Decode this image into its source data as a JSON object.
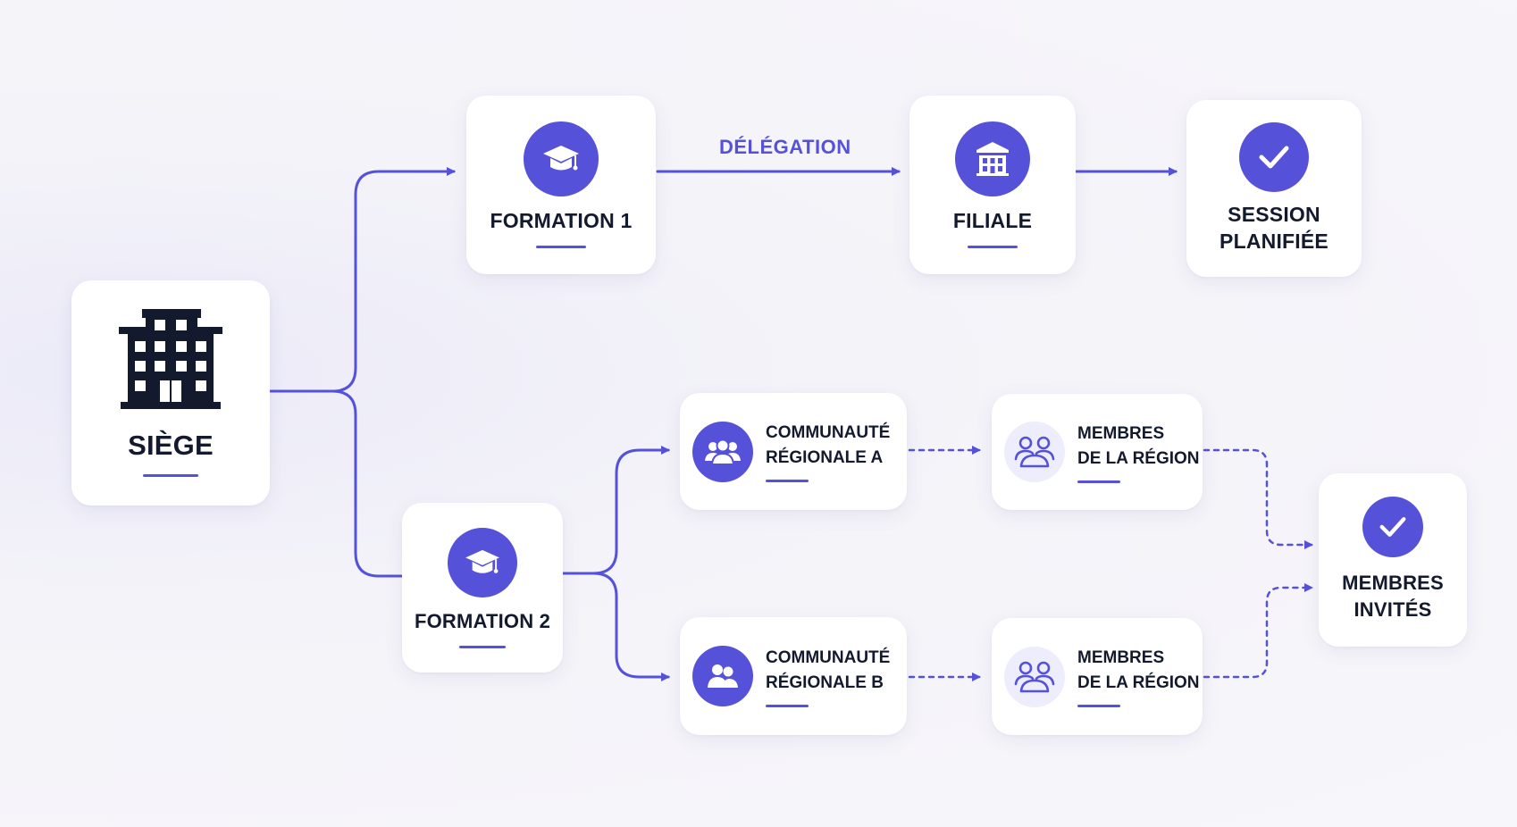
{
  "diagram": {
    "accent_color": "#5552d9",
    "text_color": "#141a2e",
    "nodes": {
      "siege": {
        "label": "SIÈGE",
        "icon": "office-building-icon"
      },
      "formation1": {
        "label": "FORMATION 1",
        "icon": "graduation-cap-icon"
      },
      "filiale": {
        "label": "FILIALE",
        "icon": "bank-building-icon"
      },
      "session": {
        "label_line1": "SESSION",
        "label_line2": "PLANIFIÉE",
        "icon": "check-icon"
      },
      "formation2": {
        "label": "FORMATION 2",
        "icon": "graduation-cap-icon"
      },
      "communaute_a": {
        "label_line1": "COMMUNAUTÉ",
        "label_line2": "RÉGIONALE A",
        "icon": "group-icon"
      },
      "communaute_b": {
        "label_line1": "COMMUNAUTÉ",
        "label_line2": "RÉGIONALE B",
        "icon": "group-icon"
      },
      "membres_region_a": {
        "label_line1": "MEMBRES",
        "label_line2": "DE LA RÉGION",
        "icon": "group-outline-icon"
      },
      "membres_region_b": {
        "label_line1": "MEMBRES",
        "label_line2": "DE LA RÉGION",
        "icon": "group-outline-icon"
      },
      "membres_invites": {
        "label_line1": "MEMBRES",
        "label_line2": "INVITÉS",
        "icon": "check-icon"
      }
    },
    "edges": {
      "delegation_label": "DÉLÉGATION"
    }
  }
}
